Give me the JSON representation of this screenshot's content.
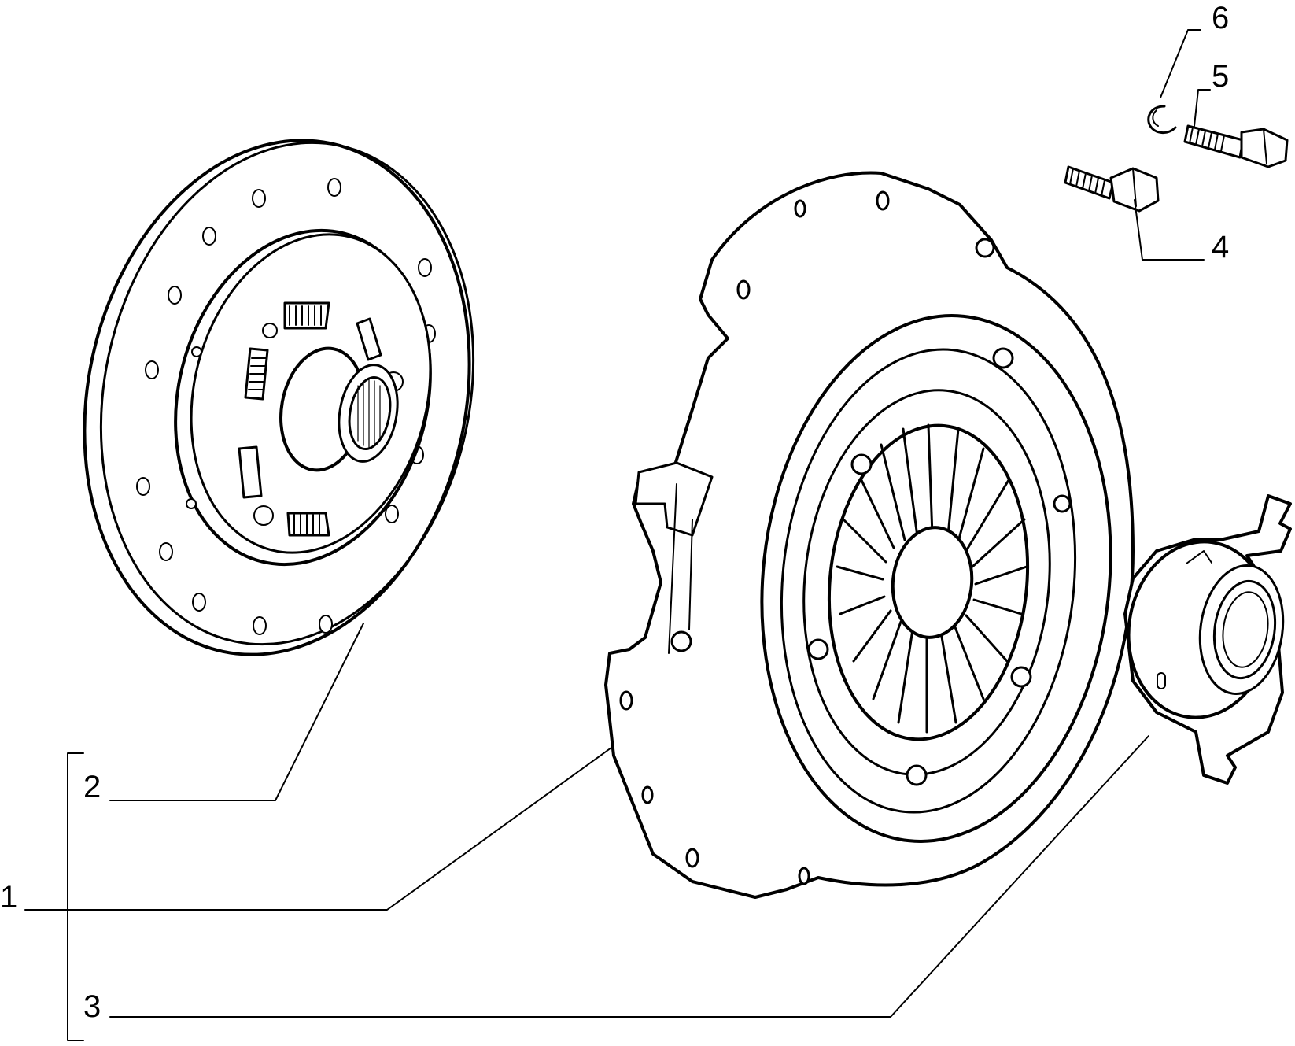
{
  "diagram": {
    "callouts": [
      {
        "id": "1",
        "label": "1"
      },
      {
        "id": "2",
        "label": "2"
      },
      {
        "id": "3",
        "label": "3"
      },
      {
        "id": "4",
        "label": "4"
      },
      {
        "id": "5",
        "label": "5"
      },
      {
        "id": "6",
        "label": "6"
      }
    ]
  },
  "colors": {
    "ink": "#000000",
    "paper": "#ffffff"
  }
}
